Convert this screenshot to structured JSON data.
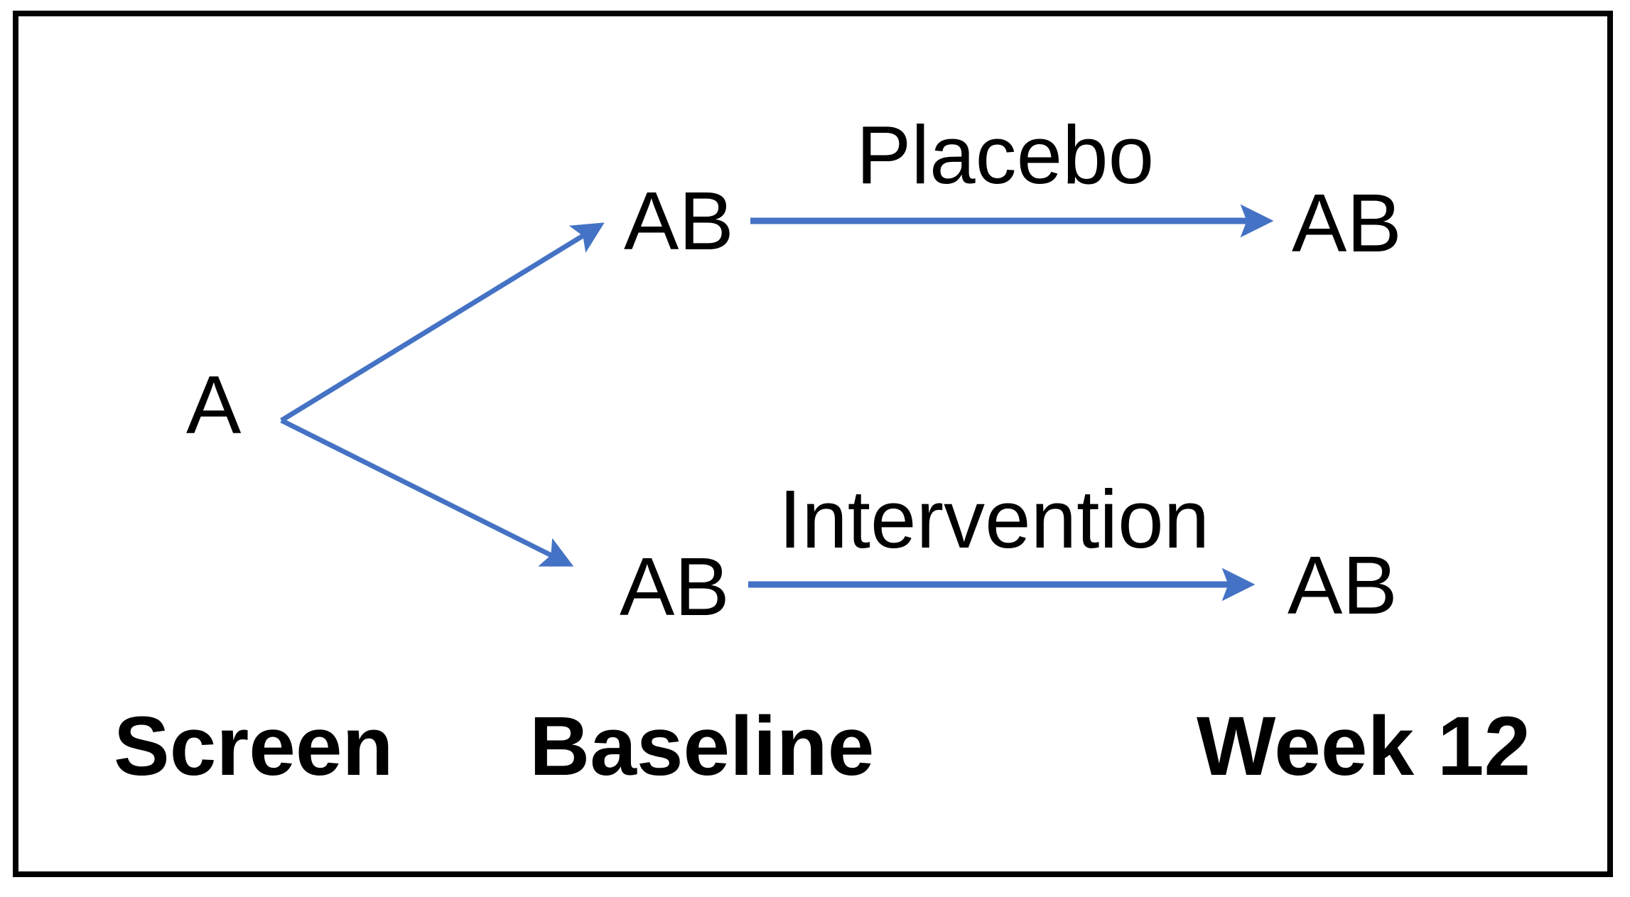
{
  "diagram": {
    "type": "study-design-flow",
    "title_visible": false,
    "border_color": "#000000",
    "arrow_color": "#4472C4",
    "text_color": "#000000",
    "background": "#ffffff",
    "timepoints": [
      {
        "id": "screen",
        "label": "Screen"
      },
      {
        "id": "baseline",
        "label": "Baseline"
      },
      {
        "id": "week12",
        "label": "Week 12"
      }
    ],
    "nodes": [
      {
        "id": "screen-a",
        "label": "A",
        "timepoint": "screen"
      },
      {
        "id": "baseline-placebo",
        "label": "AB",
        "timepoint": "baseline"
      },
      {
        "id": "baseline-interv",
        "label": "AB",
        "timepoint": "baseline"
      },
      {
        "id": "week12-placebo",
        "label": "AB",
        "timepoint": "week12"
      },
      {
        "id": "week12-interv",
        "label": "AB",
        "timepoint": "week12"
      }
    ],
    "edges": [
      {
        "id": "randomize-up",
        "from": "screen-a",
        "to": "baseline-placebo",
        "label": "",
        "style": "diagonal-up"
      },
      {
        "id": "randomize-down",
        "from": "screen-a",
        "to": "baseline-interv",
        "label": "",
        "style": "diagonal-down"
      },
      {
        "id": "arm-placebo",
        "from": "baseline-placebo",
        "to": "week12-placebo",
        "label": "Placebo",
        "style": "horizontal"
      },
      {
        "id": "arm-interv",
        "from": "baseline-interv",
        "to": "week12-interv",
        "label": "Intervention",
        "style": "horizontal"
      }
    ]
  }
}
